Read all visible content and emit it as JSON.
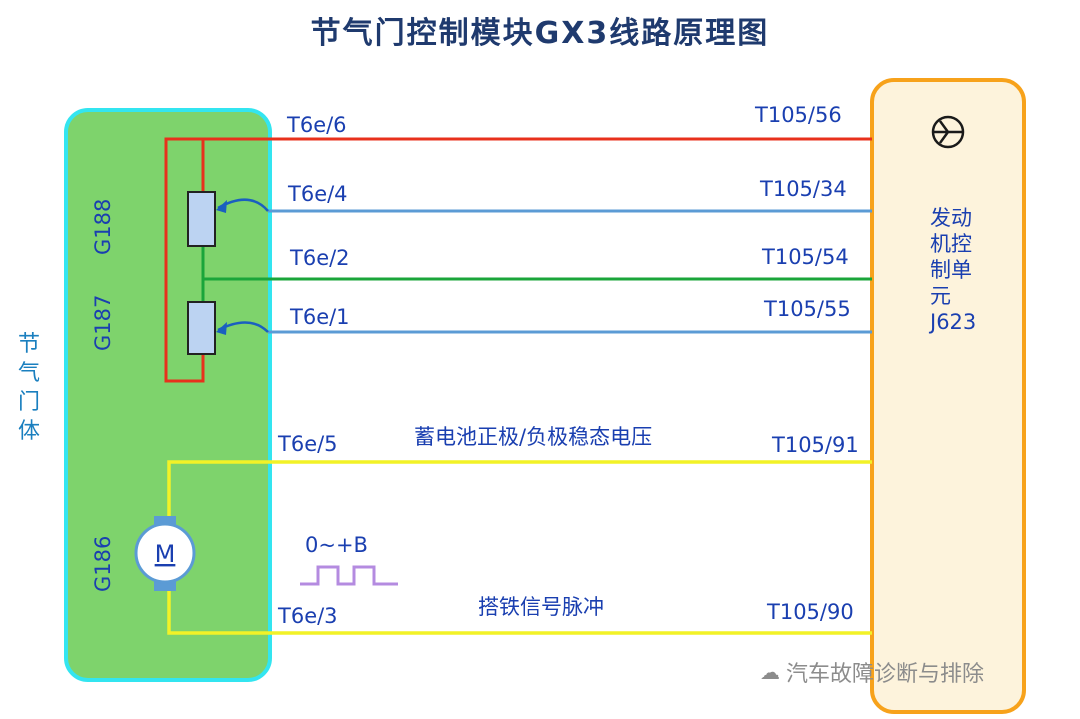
{
  "title": "节气门控制模块GX3线路原理图",
  "throttle_body_label": [
    "节",
    "气",
    "门",
    "体"
  ],
  "sensor_labels": {
    "g188": "G188",
    "g187": "G187",
    "motor": "G186"
  },
  "motor_symbol": "M",
  "ecu_label": [
    "发动",
    "机控",
    "制单",
    "元",
    "J623"
  ],
  "pins_left": {
    "p6": "T6e/6",
    "p4": "T6e/4",
    "p2": "T6e/2",
    "p1": "T6e/1",
    "p5": "T6e/5",
    "p3": "T6e/3"
  },
  "pins_right": {
    "r56": "T105/56",
    "r34": "T105/34",
    "r54": "T105/54",
    "r55": "T105/55",
    "r91": "T105/91",
    "r90": "T105/90"
  },
  "captions": {
    "battery": "蓄电池正极/负极稳态电压",
    "pulse_range": "0~+B",
    "ground_pulse": "搭铁信号脉冲"
  },
  "watermark": "汽车故障诊断与排除",
  "colors": {
    "red": "#e8311c",
    "blue": "#5b9bd5",
    "green": "#1aa53a",
    "yellow": "#f2f227",
    "throttle_body": "#7ed36c",
    "throttle_border": "#33e5f0",
    "ecu_border": "#f7a21b",
    "ecu_fill": "#fdf3dc"
  }
}
